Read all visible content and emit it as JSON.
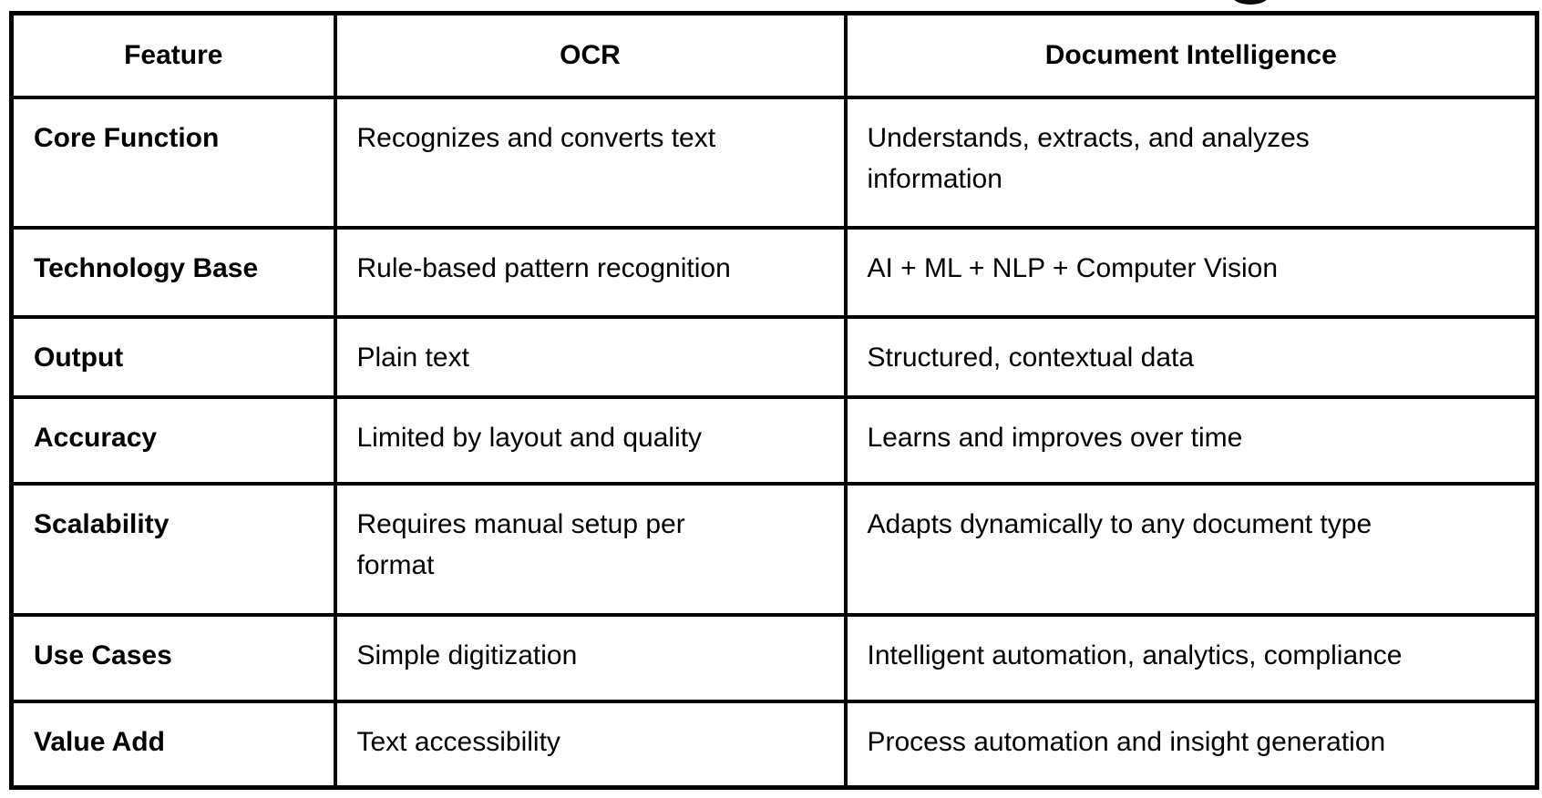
{
  "table": {
    "headers": [
      "Feature",
      "OCR",
      "Document Intelligence"
    ],
    "rows": [
      {
        "feature": "Core Function",
        "ocr": "Recognizes and converts text",
        "document_intelligence": "Understands, extracts, and analyzes\ninformation"
      },
      {
        "feature": "Technology Base",
        "ocr": "Rule-based pattern recognition",
        "document_intelligence": "AI + ML + NLP + Computer Vision"
      },
      {
        "feature": "Output",
        "ocr": "Plain text",
        "document_intelligence": "Structured, contextual data"
      },
      {
        "feature": "Accuracy",
        "ocr": "Limited by layout and quality",
        "document_intelligence": "Learns and improves over time"
      },
      {
        "feature": "Scalability",
        "ocr": "Requires manual setup per\nformat",
        "document_intelligence": "Adapts dynamically to any document type"
      },
      {
        "feature": "Use Cases",
        "ocr": "Simple digitization",
        "document_intelligence": "Intelligent automation, analytics, compliance"
      },
      {
        "feature": "Value Add",
        "ocr": "Text accessibility",
        "document_intelligence": "Process automation and insight generation"
      }
    ],
    "colors": {
      "border": "#000000",
      "text": "#000000",
      "background": "#ffffff"
    }
  }
}
